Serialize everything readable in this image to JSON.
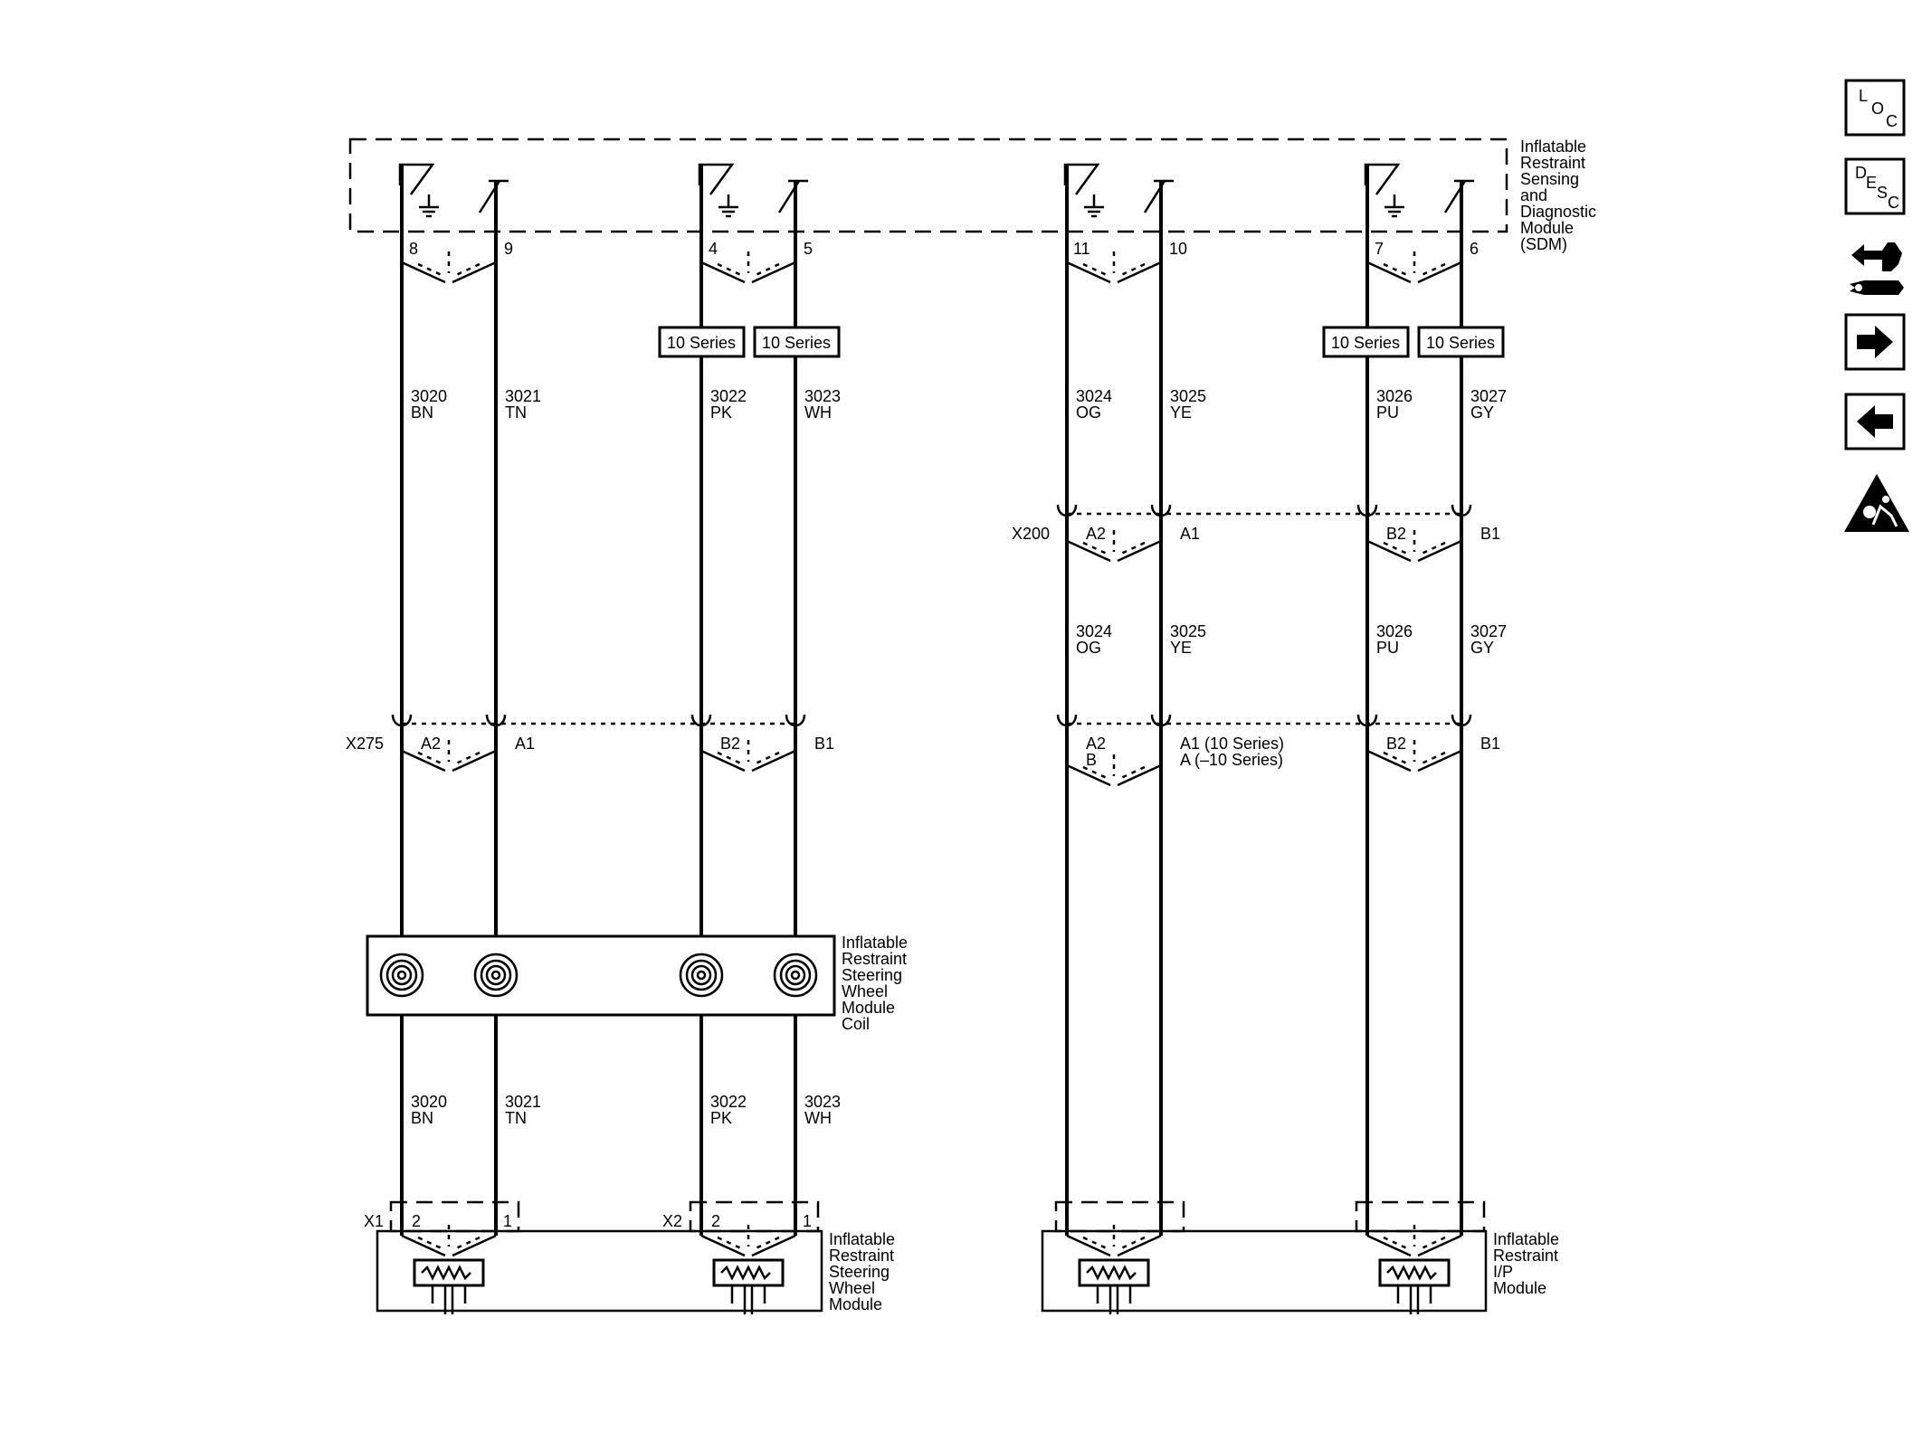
{
  "sdm": {
    "label": [
      "Inflatable",
      "Restraint",
      "Sensing",
      "and",
      "Diagnostic",
      "Module",
      "(SDM)"
    ]
  },
  "pins": {
    "p8": "8",
    "p9": "9",
    "p4": "4",
    "p5": "5",
    "p11": "11",
    "p10": "10",
    "p7": "7",
    "p6": "6"
  },
  "series_box": "10 Series",
  "wires": [
    {
      "circuit": "3020",
      "color": "BN"
    },
    {
      "circuit": "3021",
      "color": "TN"
    },
    {
      "circuit": "3022",
      "color": "PK"
    },
    {
      "circuit": "3023",
      "color": "WH"
    },
    {
      "circuit": "3024",
      "color": "OG"
    },
    {
      "circuit": "3025",
      "color": "YE"
    },
    {
      "circuit": "3026",
      "color": "PU"
    },
    {
      "circuit": "3027",
      "color": "GY"
    }
  ],
  "connectors": {
    "x200": {
      "name": "X200",
      "a2": "A2",
      "a1": "A1",
      "b2": "B2",
      "b1": "B1"
    },
    "x275": {
      "name": "X275",
      "a2": "A2",
      "a1": "A1",
      "b2": "B2",
      "b1": "B1"
    },
    "right_lower": {
      "a2": "A2",
      "b": "B",
      "a1_series": "A1 (10 Series)",
      "a_non_series": "A (–10 Series)",
      "b2": "B2",
      "b1": "B1"
    },
    "x1": {
      "name": "X1",
      "p2": "2",
      "p1": "1"
    },
    "x2": {
      "name": "X2",
      "p2": "2",
      "p1": "1"
    }
  },
  "coil": {
    "label": [
      "Inflatable",
      "Restraint",
      "Steering",
      "Wheel",
      "Module",
      "Coil"
    ]
  },
  "steering_module": {
    "label": [
      "Inflatable",
      "Restraint",
      "Steering",
      "Wheel",
      "Module"
    ]
  },
  "ip_module": {
    "label": [
      "Inflatable",
      "Restraint",
      "I/P",
      "Module"
    ]
  },
  "nav_icons": [
    "loc-icon",
    "desc-icon",
    "connector-tool-icon",
    "arrow-right-icon",
    "arrow-left-icon",
    "airbag-warning-icon"
  ],
  "nav": {
    "loc": [
      "L",
      "O",
      "C"
    ],
    "desc": [
      "D",
      "E",
      "S",
      "C"
    ]
  }
}
